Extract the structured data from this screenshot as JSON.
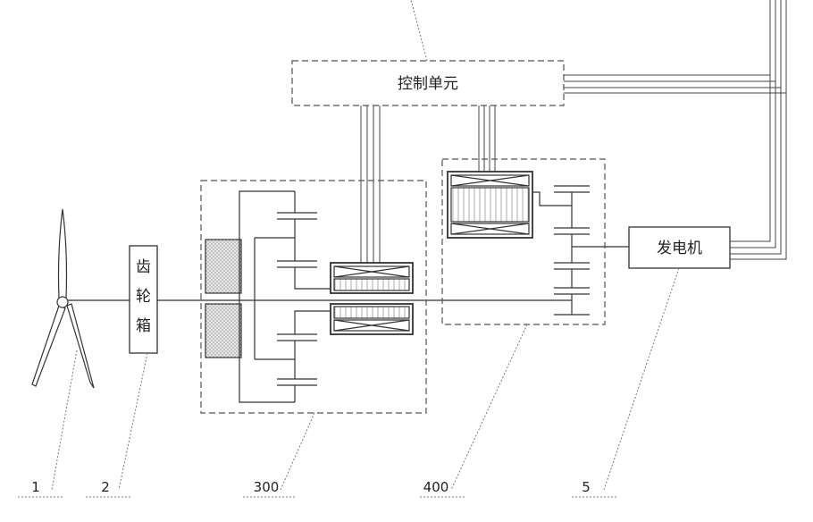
{
  "labels": {
    "control_unit": "控制单元",
    "gearbox_chars": [
      "齿",
      "轮",
      "箱"
    ],
    "generator": "发电机"
  },
  "refs": {
    "r1": "1",
    "r2": "2",
    "r300": "300",
    "r400": "400",
    "r5": "5"
  },
  "colors": {
    "line": "#333333",
    "dashed": "#555555",
    "hatch": "#999999"
  }
}
